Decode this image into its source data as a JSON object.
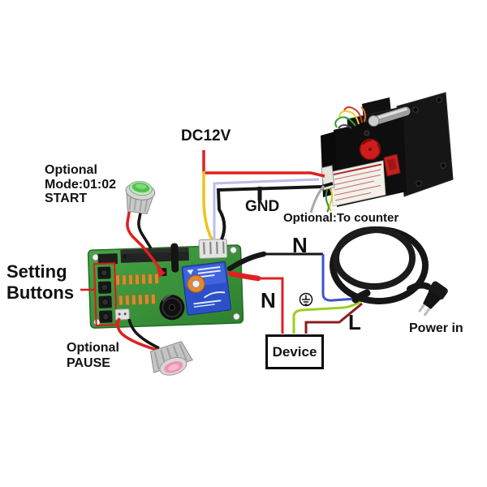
{
  "labels": {
    "dc12v": "DC12V",
    "gnd": "GND",
    "to_counter": "Optional:To counter",
    "mode": {
      "line1": "Optional",
      "line2": "Mode:01:02",
      "line3": "START"
    },
    "setting": {
      "line1": "Setting",
      "line2": "Buttons"
    },
    "pause": {
      "line1": "Optional",
      "line2": "PAUSE"
    },
    "neutral_top": "N",
    "neutral_left": "N",
    "live": "L",
    "power_in": "Power in",
    "device": "Device"
  },
  "icons": {
    "ground_symbol": "earth-ground-in-circle"
  },
  "colors": {
    "annotation_red": "#e01818",
    "wire_red": "#e02020",
    "wire_dark_red": "#8b1f1f",
    "wire_yellow": "#efc31c",
    "wire_lavender": "#bcbcec",
    "wire_black": "#161616",
    "wire_grey": "#a9a9a9",
    "wire_blue": "#3d53cb",
    "wire_green_yellow": "#9ccf1e",
    "pcb_green": "#3a963a",
    "relay_blue": "#2c50c8",
    "text_black": "#111111"
  }
}
